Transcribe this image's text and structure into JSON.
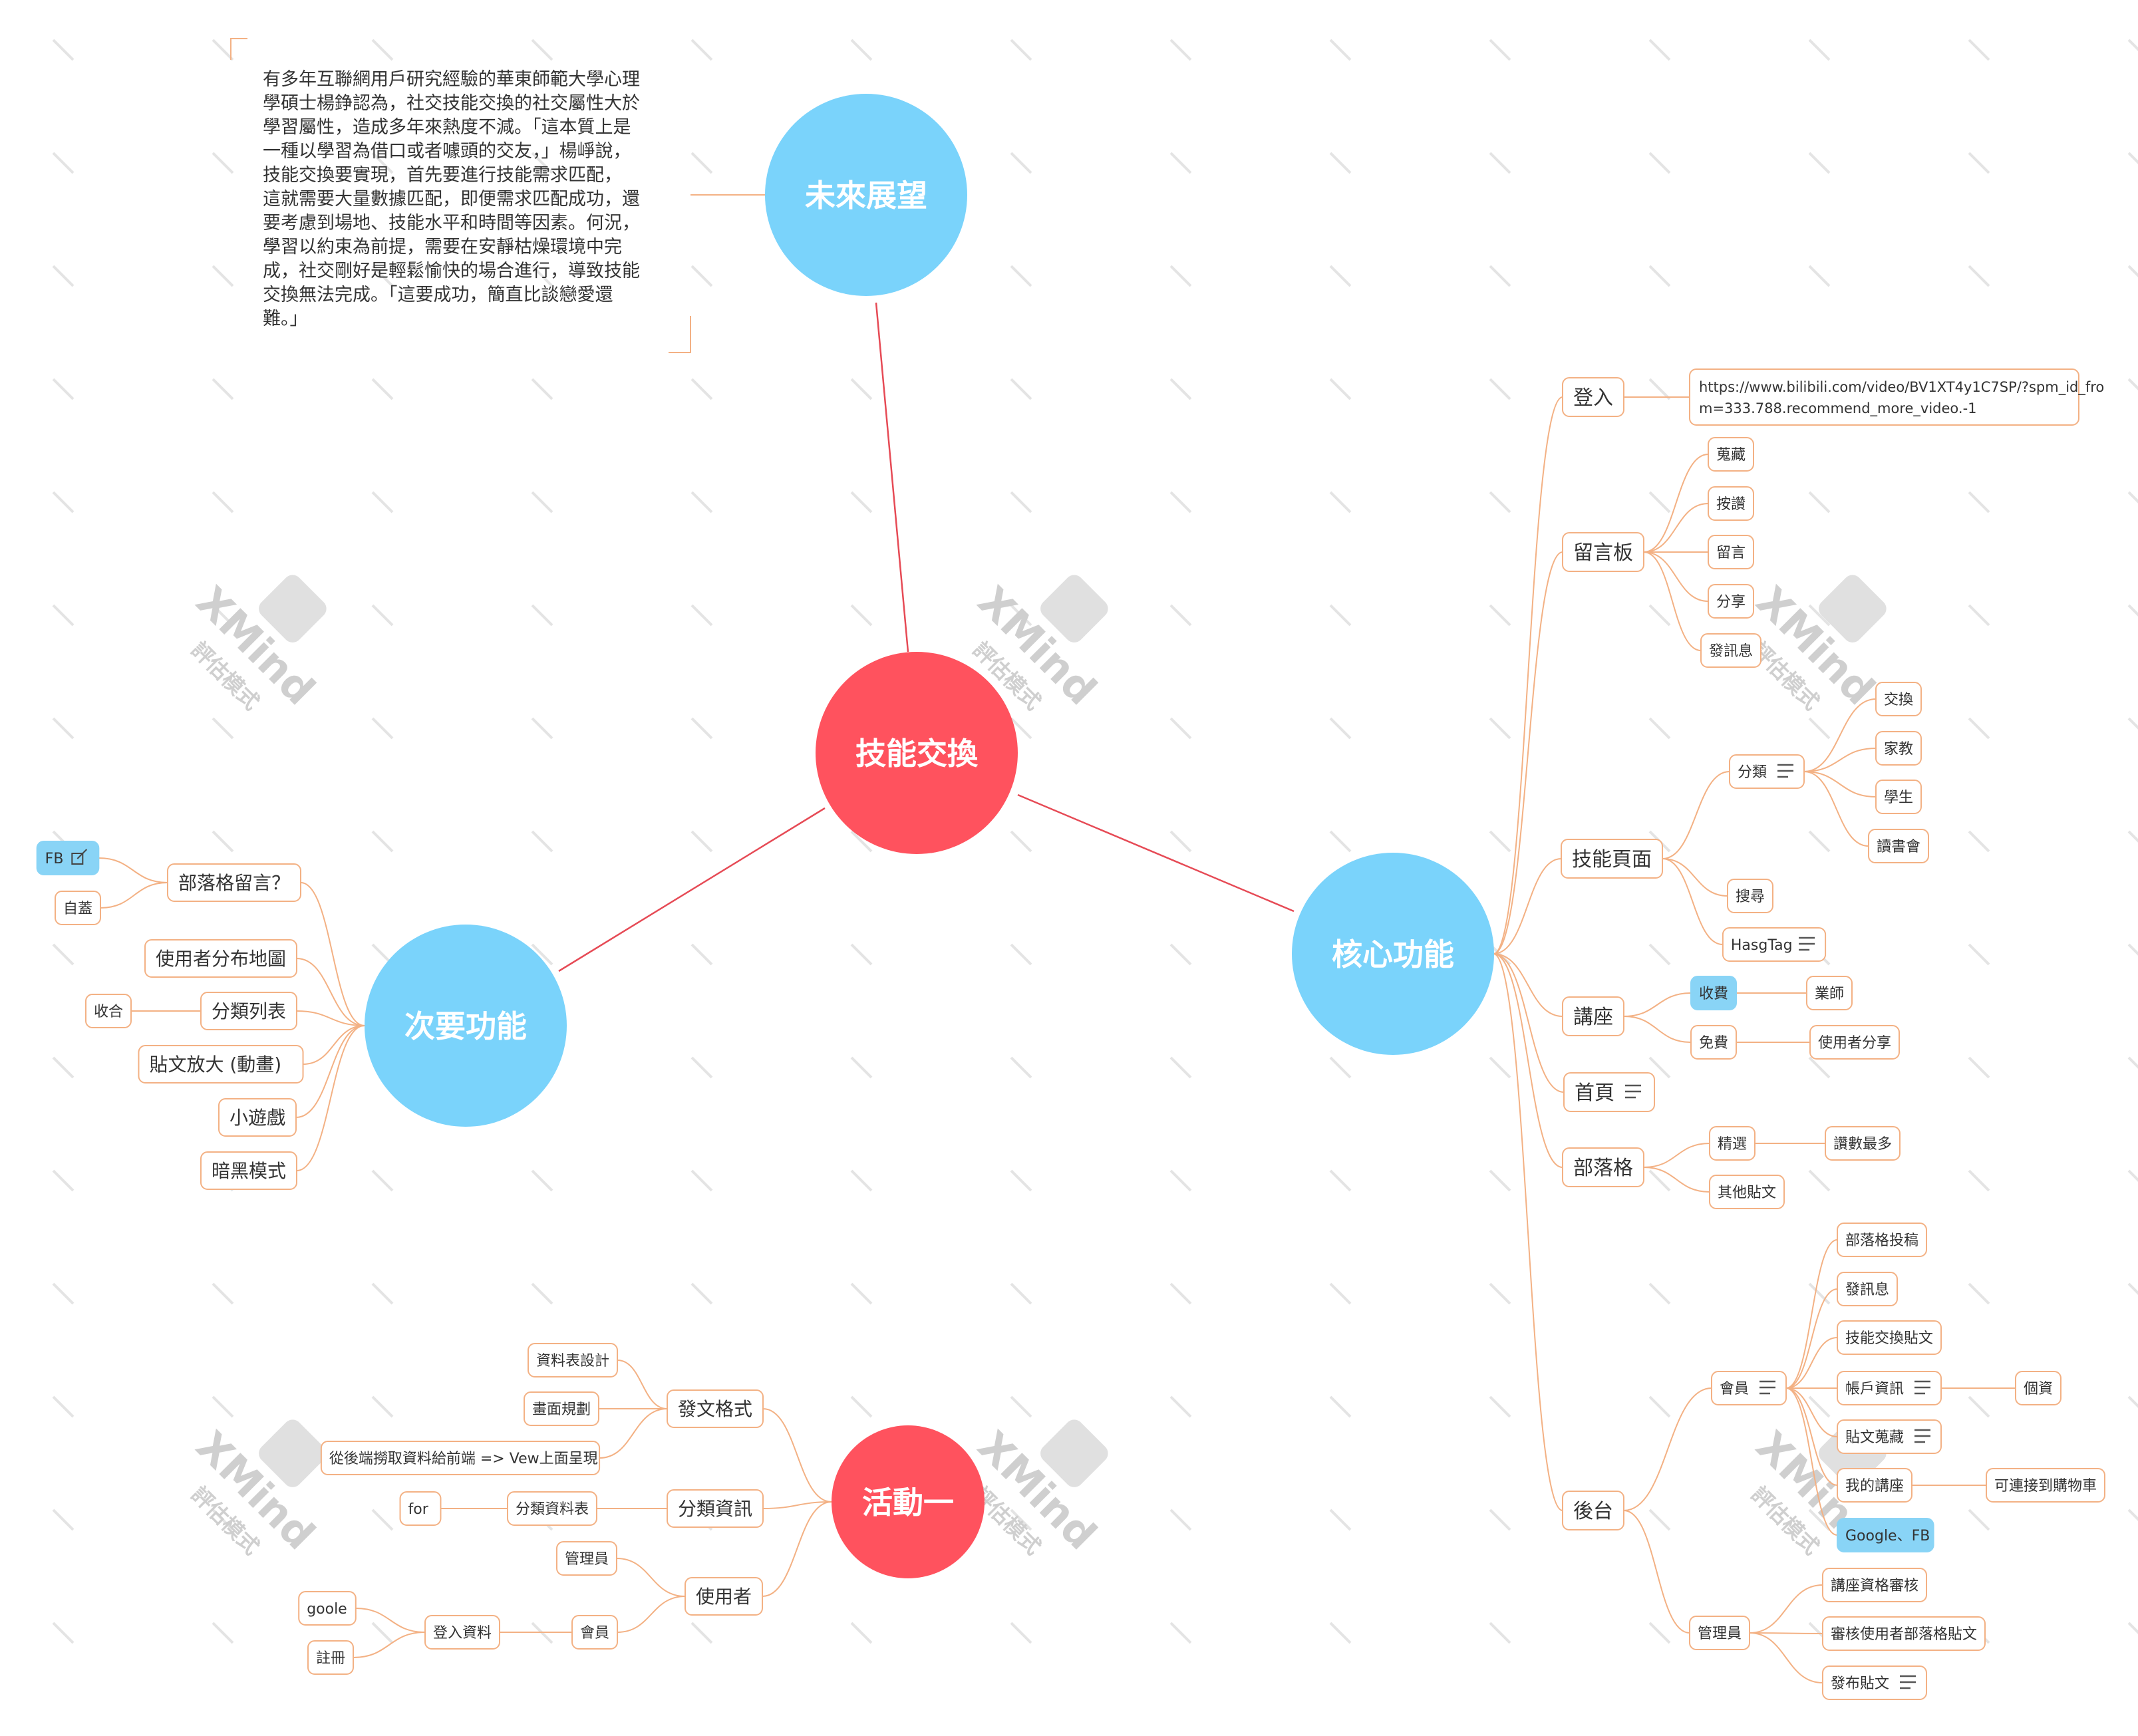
{
  "colors": {
    "central": "#ff525e",
    "main": "#7ad3fb",
    "red_line": "#e64a55",
    "branch_line": "#f3b184",
    "node_border": "#f3b184",
    "node_text": "#333333",
    "highlight_fill": "#89d4f6",
    "note_bracket": "#f3b184",
    "watermark": "#d9d9d9"
  },
  "central": {
    "label": "技能交換"
  },
  "branches": {
    "future": {
      "label": "未來展望"
    },
    "core": {
      "label": "核心功能"
    },
    "secondary": {
      "label": "次要功能"
    },
    "activity": {
      "label": "活動一"
    }
  },
  "note": {
    "lines": [
      "有多年互聯網用戶研究經驗的華東師範大學心理",
      "學碩士楊錚認為，社交技能交換的社交屬性大於",
      "學習屬性，造成多年來熱度不減。「這本質上是",
      "一種以學習為借口或者噱頭的交友，」楊崢說，",
      "技能交換要實現，首先要進行技能需求匹配，",
      "這就需要大量數據匹配，即便需求匹配成功，還",
      "要考慮到場地、技能水平和時間等因素。何況，",
      "學習以約束為前提，需要在安靜枯燥環境中完",
      "成，社交剛好是輕鬆愉快的場合進行，導致技能",
      "交換無法完成。「這要成功，簡直比談戀愛還",
      "難。」"
    ]
  },
  "core": {
    "login": {
      "label": "登入",
      "link": "https://www.bilibili.com/video/BV1XT4y1C7SP/?spm_id_from=333.788.recommend_more_video.-1"
    },
    "board": {
      "label": "留言板",
      "children": [
        "蒐藏",
        "按讚",
        "留言",
        "分享",
        "發訊息"
      ]
    },
    "skill": {
      "label": "技能頁面",
      "category": "分類",
      "category_children": [
        "交換",
        "家教",
        "學生",
        "讀書會"
      ],
      "search": "搜尋",
      "hashtag": "HasgTag"
    },
    "lecture": {
      "label": "講座",
      "paid": "收費",
      "paid_child": "業師",
      "free": "免費",
      "free_child": "使用者分享"
    },
    "home": {
      "label": "首頁"
    },
    "blog": {
      "label": "部落格",
      "featured": "精選",
      "featured_child": "讚數最多",
      "other": "其他貼文"
    },
    "admin": {
      "label": "後台",
      "member": "會員",
      "member_children": [
        "部落格投稿",
        "發訊息",
        "技能交換貼文",
        "帳戶資訊",
        "貼文蒐藏",
        "我的講座",
        "Google、FB"
      ],
      "account_child": "個資",
      "lecture_child": "可連接到購物車",
      "manager": "管理員",
      "manager_children": [
        "講座資格審核",
        "審核使用者部落格貼文",
        "發布貼文"
      ]
    }
  },
  "secondary": {
    "blog_comment": "部落格留言？",
    "fb": "FB",
    "self_build": "自蓋",
    "user_map": "使用者分布地圖",
    "category_list": "分類列表",
    "collapse": "收合",
    "post_zoom": "貼文放大 (動畫)",
    "mini_game": "小遊戲",
    "dark_mode": "暗黑模式"
  },
  "activity": {
    "post_format": "發文格式",
    "post_children": [
      "資料表設計",
      "畫面規劃",
      "從後端撈取資料給前端 => Vew上面呈現"
    ],
    "category_info": "分類資訊",
    "category_table": "分類資料表",
    "for_label": "for",
    "user": "使用者",
    "admin": "管理員",
    "member": "會員",
    "login_data": "登入資料",
    "goole": "goole",
    "register": "註冊"
  },
  "watermark": {
    "brand": "XMind",
    "mode": "評估模式"
  }
}
